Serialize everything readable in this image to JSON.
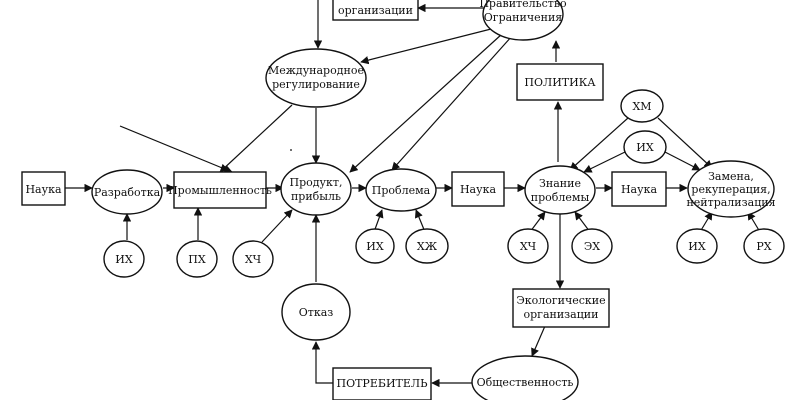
{
  "nodes": {
    "nauka_left": "Наука",
    "razrabotka": "Разработка",
    "promyshlennost": "Промышленность",
    "produkt": [
      "Продукт,",
      "прибыль"
    ],
    "problema": "Проблема",
    "nauka_mid": "Наука",
    "znanie": [
      "Знание",
      "проблемы"
    ],
    "nauka_right": "Наука",
    "zamena": [
      "Замена,",
      "рекуперация,",
      "нейтрализация"
    ],
    "ix_razr": "ИХ",
    "px": "ПХ",
    "xch_prod": "ХЧ",
    "ix_probl": "ИХ",
    "xzh": "ХЖ",
    "xch_zn": "ХЧ",
    "ex": "ЭХ",
    "xm": "ХМ",
    "ix_top": "ИХ",
    "ix_zam": "ИХ",
    "rx": "РХ",
    "mezhd": [
      "Международное",
      "регулирование"
    ],
    "org_top": "организации",
    "pravit": [
      "Правительство",
      "Ограничения"
    ],
    "politika": "ПОЛИТИКА",
    "otkaz": "Отказ",
    "potrebitel": "ПОТРЕБИТЕЛЬ",
    "obshch": "Общественность",
    "ekol": [
      "Экологические",
      "организации"
    ]
  }
}
